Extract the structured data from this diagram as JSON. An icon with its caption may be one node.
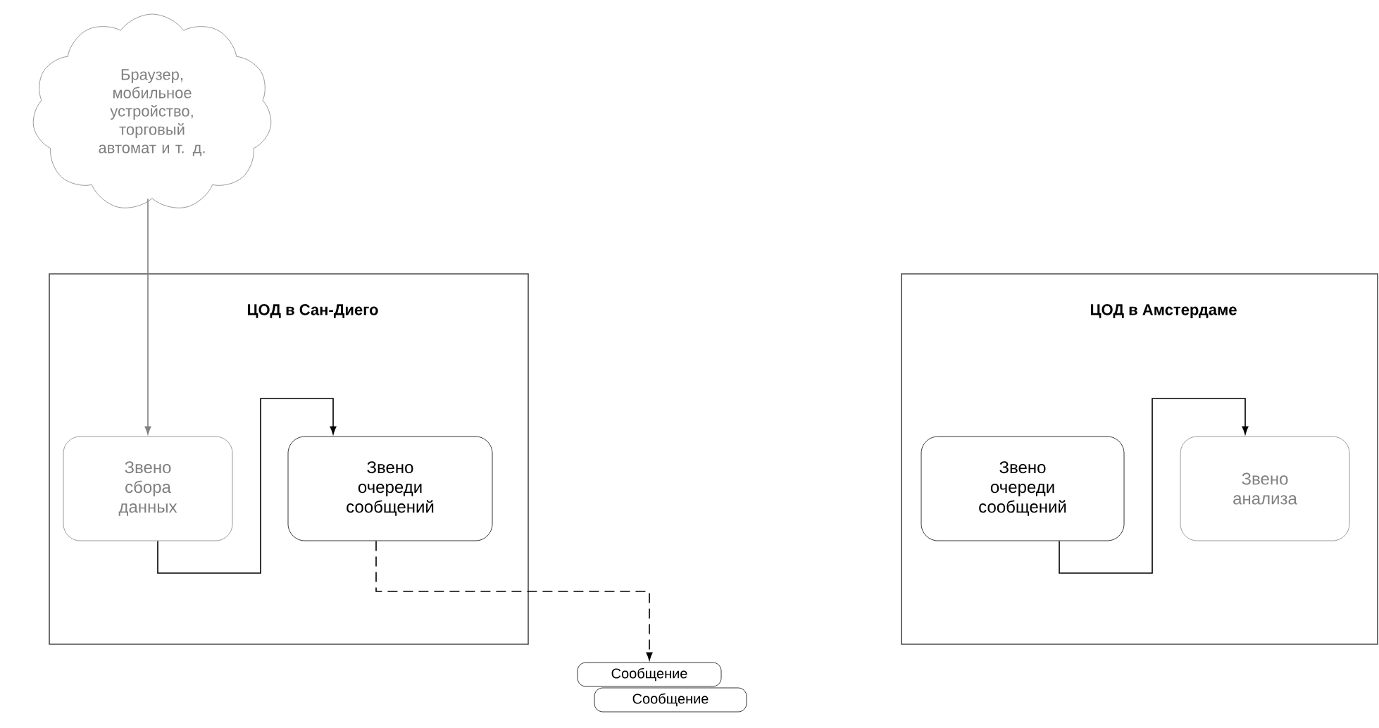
{
  "diagram": {
    "nodes": [
      {
        "text": [
          "Браузер, мобильное устройство, торговый автомат и т. д."
        ]
      },
      {
        "text": [
          "ЦОД в Сан-Диего"
        ]
      },
      {
        "text": [
          "Звено сбора данных"
        ],
        "in": 1
      },
      {
        "text": [
          "Звено очереди сообщений"
        ],
        "in": 1
      },
      {
        "text": [
          "Сообщение"
        ]
      },
      {
        "text": [
          "Сообщение"
        ]
      },
      {
        "text": [
          "ЦОД в Амстердаме"
        ]
      },
      {
        "text": [
          "Звено очереди сообщений"
        ],
        "in": 6
      },
      {
        "text": [
          "Звено анализа"
        ],
        "in": 6
      }
    ],
    "edges": [
      {
        "from": 0,
        "to": 2,
        "arrow": "to",
        "color": "#808080"
      },
      {
        "from": 2,
        "to": 3,
        "arrow": "to"
      },
      {
        "from": 3,
        "to": 4,
        "arrow": "to",
        "style": "dashed"
      },
      {
        "from": 7,
        "to": 8,
        "arrow": "to"
      }
    ]
  }
}
